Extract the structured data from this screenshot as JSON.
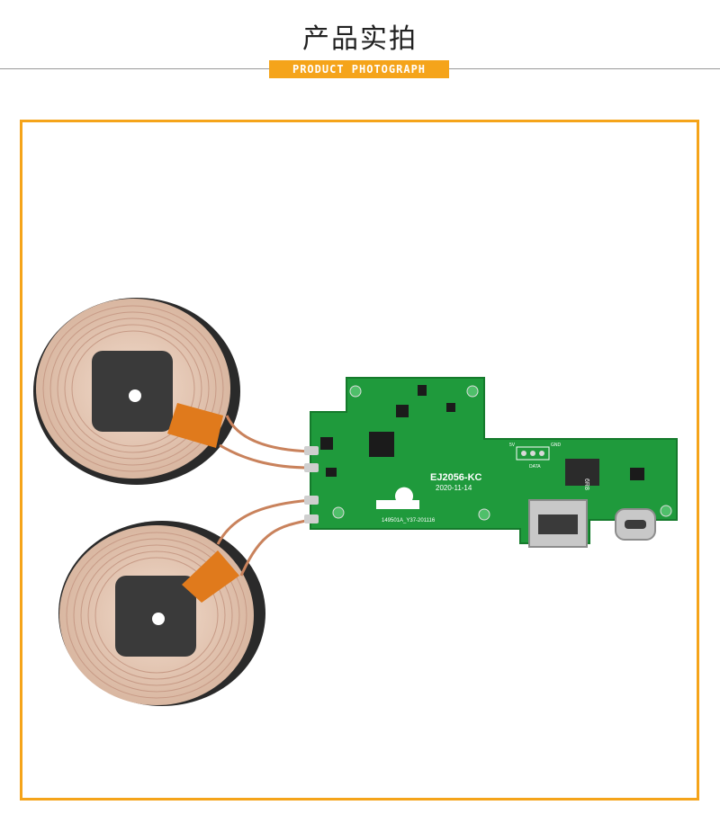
{
  "header": {
    "title": "产品实拍",
    "subtitle_tag": "PRODUCT PHOTOGRAPH"
  },
  "colors": {
    "accent": "#f5a41a",
    "pcb_green": "#1f9a3c",
    "copper": "#e9c9b3"
  },
  "photo": {
    "board_model": "EJ2056-KC",
    "board_date": "2020-11-14",
    "board_code": "149501A_Y37-201116",
    "pin_labels": [
      "5V",
      "GND",
      "DATA"
    ],
    "inductor_marking": "6R8"
  }
}
